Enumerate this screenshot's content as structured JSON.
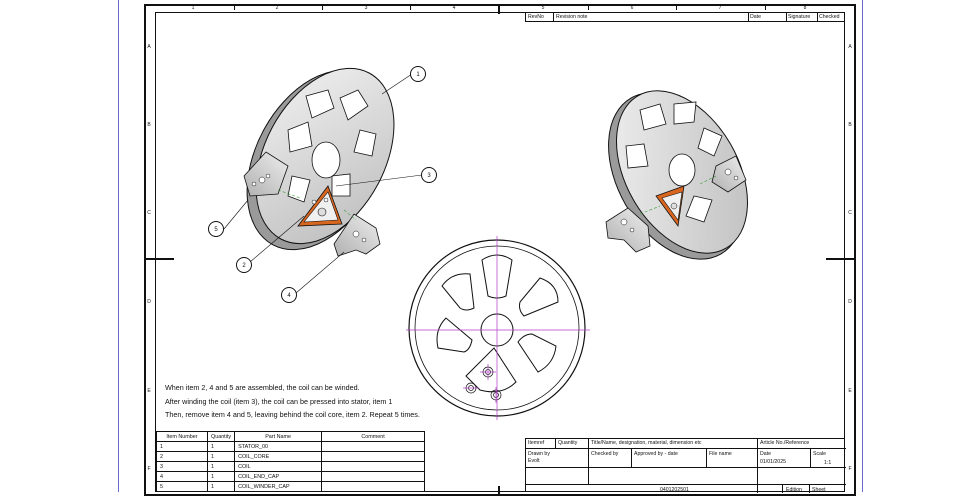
{
  "zones": {
    "columns": [
      "1",
      "2",
      "3",
      "4",
      "5",
      "6",
      "7",
      "8"
    ],
    "rows": [
      "A",
      "B",
      "C",
      "D",
      "E",
      "F"
    ]
  },
  "revision_header": {
    "rev_no": "RevNo",
    "revision_note": "Revision note",
    "date": "Date",
    "signature": "Signature",
    "checked": "Checked"
  },
  "balloons": [
    "1",
    "2",
    "3",
    "4",
    "5"
  ],
  "notes": [
    "When item 2, 4 and 5 are assembled, the coil can be winded.",
    "After winding the coil (item 3), the coil can be pressed into stator, item 1",
    "Then, remove item 4 and 5, leaving behind the coil core, item 2. Repeat 5 times."
  ],
  "bom": {
    "headers": [
      "Item Number",
      "Quantity",
      "Part Name",
      "Comment"
    ],
    "rows": [
      [
        "1",
        "1",
        "STATOR_00",
        ""
      ],
      [
        "2",
        "1",
        "COIL_CORE",
        ""
      ],
      [
        "3",
        "1",
        "COIL",
        ""
      ],
      [
        "4",
        "1",
        "COIL_END_CAP",
        ""
      ],
      [
        "5",
        "1",
        "COIL_WINDER_CAP",
        ""
      ]
    ]
  },
  "title_block": {
    "itemref": "Itemref",
    "quantity": "Quantity",
    "title_label": "Title/Name, designation, material, dimension etc",
    "article_label": "Article No./Reference",
    "drawn_by_label": "Drawn by",
    "drawn_by": "Evolt",
    "checked_by_label": "Checked by",
    "approved_label": "Approved by - date",
    "file_name_label": "File name",
    "date_label": "Date",
    "date": "01/01/2025",
    "scale_label": "Scale",
    "scale": "1:1",
    "article_no": "0401202501",
    "edition_label": "Edition",
    "sheet_label": "Sheet"
  },
  "colors": {
    "accent_orange": "#d9661f",
    "centerline_magenta": "#b23cc8",
    "border_blue": "#6a6acb"
  }
}
